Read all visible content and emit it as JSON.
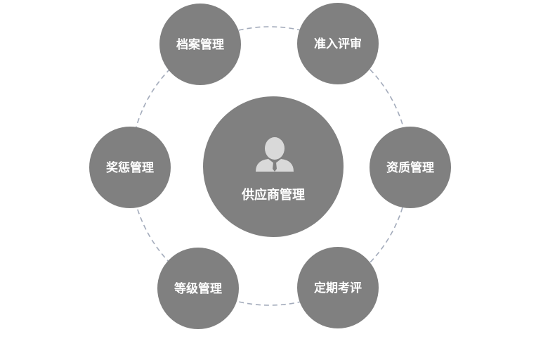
{
  "center": {
    "label": "供应商管理",
    "icon": "user-icon"
  },
  "nodes": [
    {
      "id": "archive",
      "label": "档案管理"
    },
    {
      "id": "admission",
      "label": "准入评审"
    },
    {
      "id": "qualification",
      "label": "资质管理"
    },
    {
      "id": "periodic",
      "label": "定期考评"
    },
    {
      "id": "grade",
      "label": "等级管理"
    },
    {
      "id": "reward",
      "label": "奖惩管理"
    }
  ],
  "colors": {
    "node_fill": "#808080",
    "ring_stroke": "#a3abbb",
    "text": "#ffffff",
    "background": "#ffffff"
  }
}
